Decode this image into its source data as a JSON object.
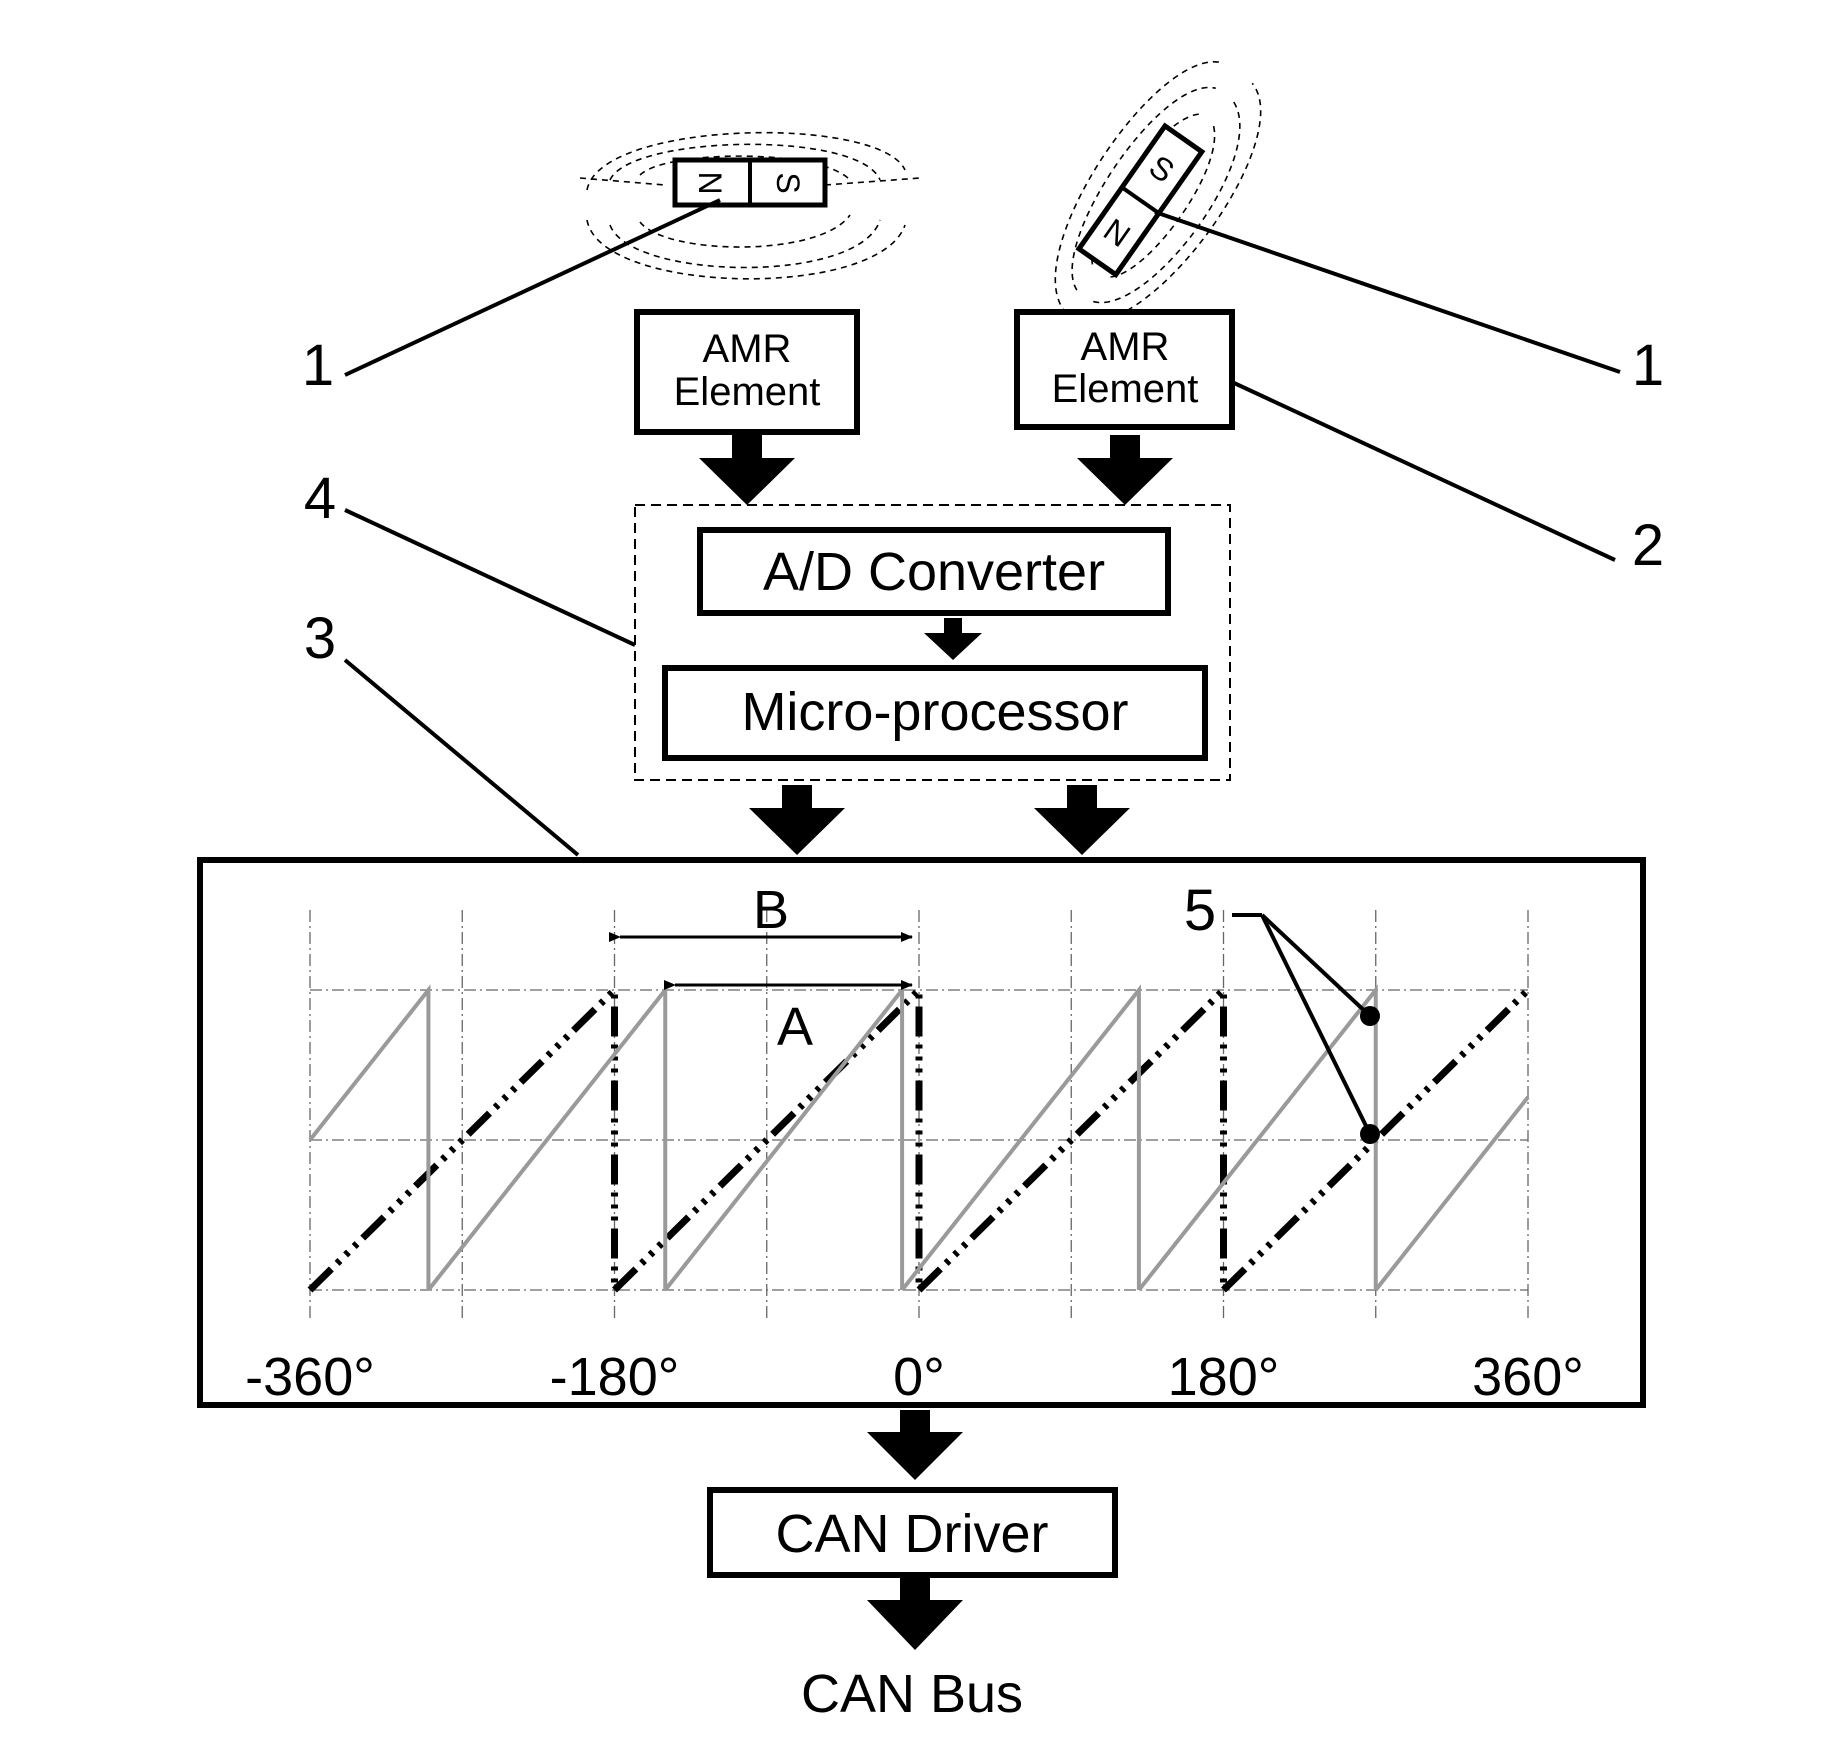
{
  "magnets": {
    "left": {
      "north": "N",
      "south": "S"
    },
    "right": {
      "north": "N",
      "south": "S"
    }
  },
  "callouts": {
    "magnet_left": "1",
    "magnet_right": "1",
    "amr_element": "2",
    "plot": "3",
    "processing_unit": "4",
    "intersection_points": "5"
  },
  "amr_left": {
    "line1": "AMR",
    "line2": "Element"
  },
  "amr_right": {
    "line1": "AMR",
    "line2": "Element"
  },
  "adc": {
    "label": "A/D Converter"
  },
  "micro": {
    "label": "Micro-processor"
  },
  "plot": {
    "dimension_a": "A",
    "dimension_b": "B",
    "x_ticks": [
      "-360°",
      "-180°",
      "0°",
      "180°",
      "360°"
    ]
  },
  "can_driver": {
    "label": "CAN Driver"
  },
  "can_bus": {
    "label": "CAN Bus"
  },
  "chart_data": {
    "type": "line",
    "x_ticks": [
      "-360°",
      "-180°",
      "0°",
      "180°",
      "360°"
    ],
    "xlim": [
      -360,
      360
    ],
    "grid": true,
    "series": [
      {
        "style": "dash-dot-dot",
        "color": "#000000",
        "period_deg": 180,
        "resets_at_deg": [
          -360,
          -180,
          0,
          180,
          360
        ]
      },
      {
        "style": "solid",
        "color": "#9a9a9a",
        "period_deg": 140,
        "resets_at_deg": [
          -290,
          -150,
          -10,
          130,
          270
        ]
      }
    ],
    "annotations": [
      {
        "label": "A"
      },
      {
        "label": "B"
      },
      {
        "label": "5"
      }
    ]
  }
}
